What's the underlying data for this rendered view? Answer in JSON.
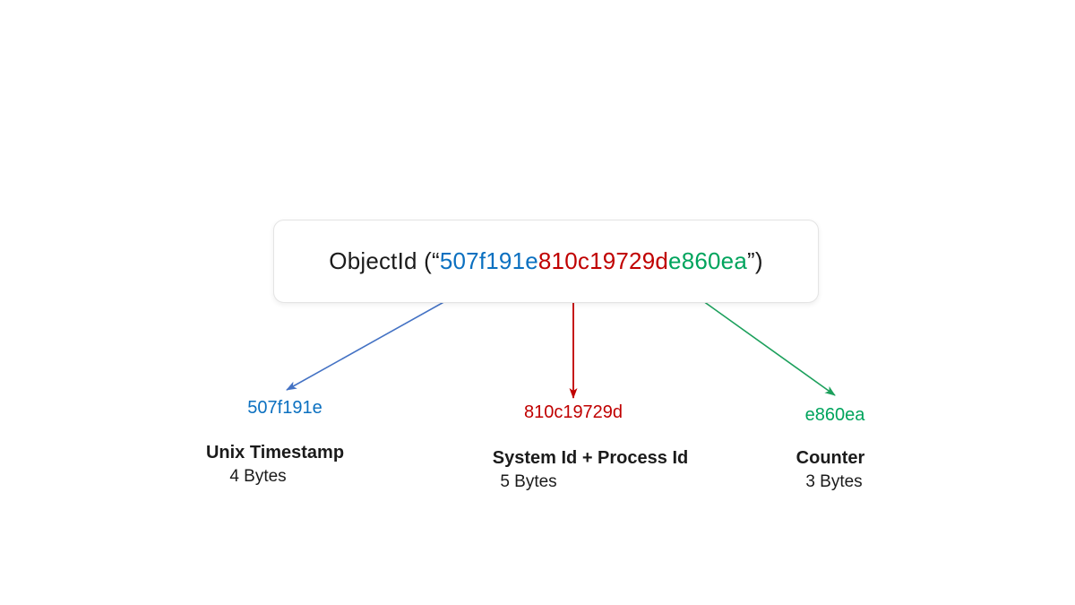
{
  "diagram": {
    "box": {
      "prefix": "ObjectId (“",
      "timestamp_hex": "507f191e",
      "machine_hex": "810c19729d",
      "counter_hex": "e860ea",
      "suffix": "”)"
    },
    "groups": {
      "timestamp": {
        "hex": "507f191e",
        "title": "Unix Timestamp",
        "size": "4 Bytes"
      },
      "machine": {
        "hex": "810c19729d",
        "title": "System Id + Process Id",
        "size": "5 Bytes"
      },
      "counter": {
        "hex": "e860ea",
        "title": "Counter",
        "size": "3 Bytes"
      }
    }
  },
  "colors": {
    "timestamp_text": "#0b70c0",
    "machine_text": "#c00000",
    "counter_text": "#00a45d",
    "timestamp_arrow": "#4472c4",
    "machine_arrow": "#c00000",
    "counter_arrow": "#1ca05c",
    "box_border": "#e4e4e4",
    "body_text": "#1b1b1b",
    "background": "#ffffff"
  }
}
